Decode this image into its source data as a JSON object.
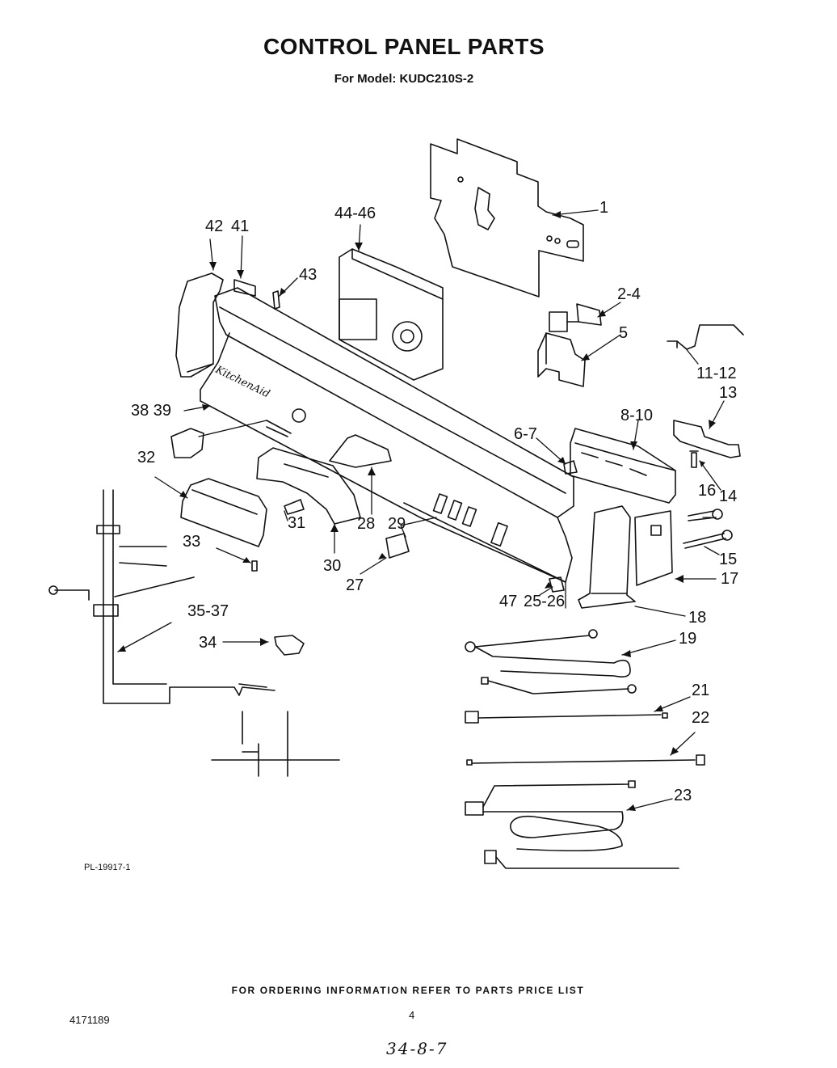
{
  "title": "CONTROL PANEL PARTS",
  "subtitle": "For Model: KUDC210S-2",
  "brand_mark": "KitchenAid",
  "drawing_number": "PL-19917-1",
  "ordering_note": "FOR ORDERING INFORMATION REFER TO PARTS PRICE LIST",
  "document_number": "4171189",
  "page_number": "4",
  "handwritten_note": "34-8-7",
  "callouts": [
    "1",
    "2-4",
    "5",
    "11-12",
    "13",
    "14",
    "15",
    "16",
    "17",
    "18",
    "19",
    "21",
    "22",
    "23",
    "25-26",
    "27",
    "28",
    "29",
    "30",
    "31",
    "32",
    "33",
    "34",
    "35-37",
    "38 39",
    "41",
    "42",
    "43",
    "44-46",
    "47",
    "6-7",
    "8-10"
  ]
}
